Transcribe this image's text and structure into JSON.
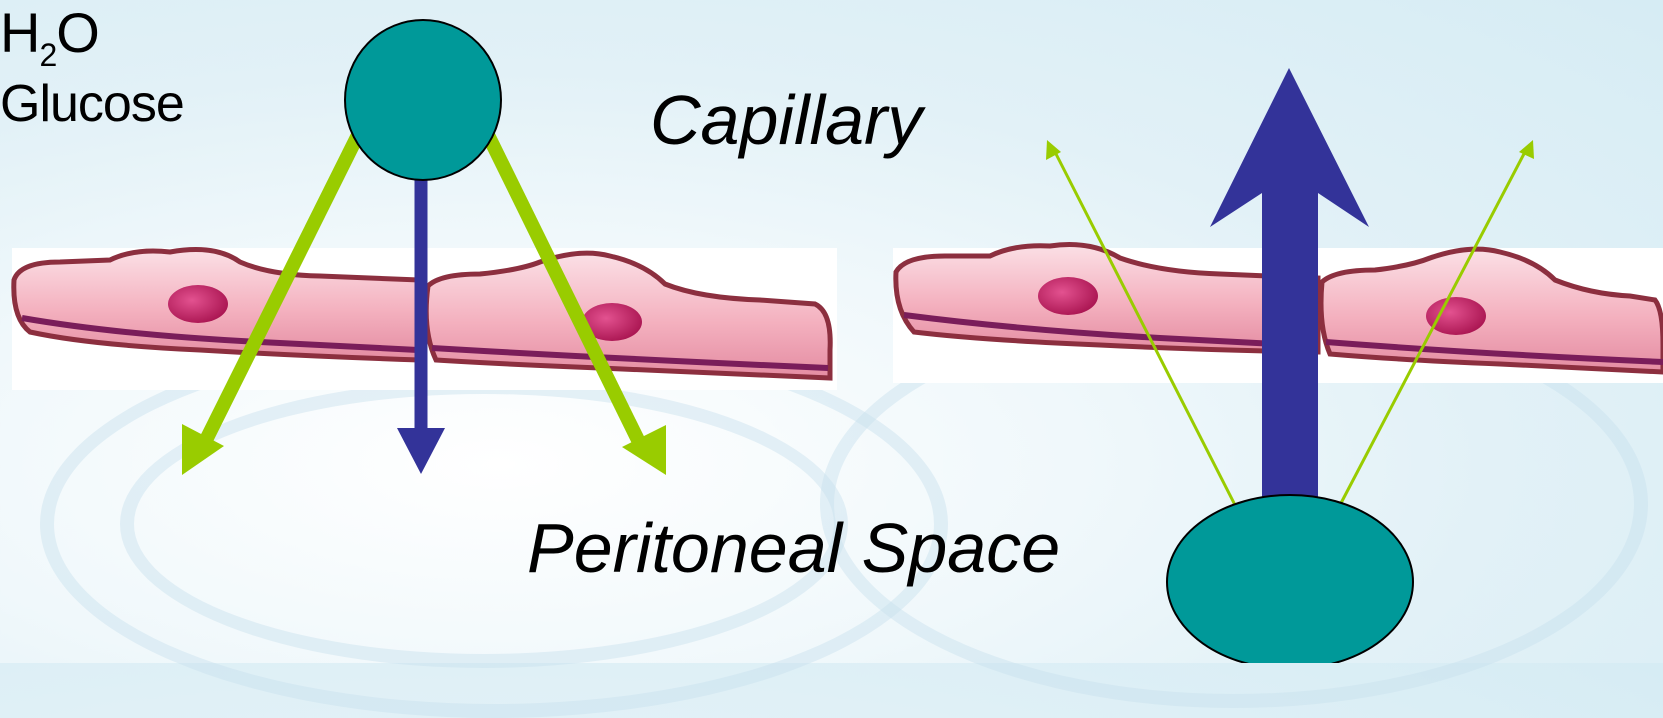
{
  "labels": {
    "capillary": "Capillary",
    "peritoneal_space": "Peritoneal Space"
  },
  "molecules": {
    "water": {
      "main": "H",
      "subscript": "2",
      "tail": "O"
    },
    "glucose": "Glucose"
  },
  "colors": {
    "molecule_fill": "#009999",
    "green_arrow": "#99cc00",
    "blue_arrow": "#333399",
    "cell_body": "#f2a7b4",
    "cell_outline": "#8c2f3f",
    "nucleus": "#c2185b"
  }
}
